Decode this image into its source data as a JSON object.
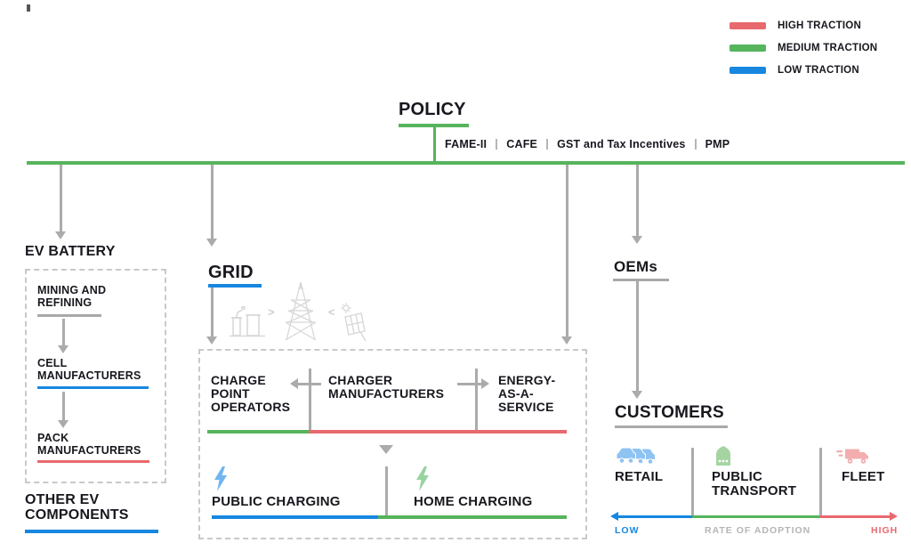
{
  "colors": {
    "high": "#e8696e",
    "medium": "#56b45c",
    "low": "#1787e0",
    "connector_gray": "#ababab",
    "underline_gray": "#a9a9a9",
    "icon_gray": "#d8d8d8",
    "icon_blue": "#8fc3f2",
    "icon_green": "#a5d4a3",
    "icon_red": "#f3adae"
  },
  "legend": {
    "items": [
      {
        "label": "HIGH TRACTION",
        "color": "#e8696e",
        "icon": "high-traction-swatch"
      },
      {
        "label": "MEDIUM TRACTION",
        "color": "#56b45c",
        "icon": "medium-traction-swatch"
      },
      {
        "label": "LOW TRACTION",
        "color": "#1787e0",
        "icon": "low-traction-swatch"
      }
    ]
  },
  "policy": {
    "title": "POLICY",
    "items": [
      "FAME-II",
      "CAFE",
      "GST and Tax Incentives",
      "PMP"
    ]
  },
  "battery": {
    "title": "EV BATTERY",
    "nodes": [
      {
        "label": "MINING AND\nREFINING",
        "traction": "none"
      },
      {
        "label": "CELL\nMANUFACTURERS",
        "traction": "low"
      },
      {
        "label": "PACK\nMANUFACTURERS",
        "traction": "high"
      }
    ]
  },
  "other_components": {
    "label": "OTHER EV\nCOMPONENTS",
    "traction": "low"
  },
  "grid": {
    "title": "GRID",
    "traction": "low",
    "flow_right": ">",
    "flow_left": "<",
    "icons": [
      "power-plant-icon",
      "transmission-tower-icon",
      "solar-panel-icon"
    ]
  },
  "charging": {
    "cpo": "CHARGE\nPOINT\nOPERATORS",
    "cpo_traction": "medium",
    "manufacturers": "CHARGER\nMANUFACTURERS",
    "manufacturers_traction": "high",
    "eaas": "ENERGY-\nAS-A-\nSERVICE",
    "eaas_traction": "high",
    "public": "PUBLIC CHARGING",
    "public_traction": "low",
    "home": "HOME CHARGING",
    "home_traction": "medium",
    "icons": [
      "lightning-blue-icon",
      "lightning-green-icon"
    ]
  },
  "oems": {
    "title": "OEMs"
  },
  "customers": {
    "title": "CUSTOMERS",
    "segments": [
      {
        "label": "RETAIL",
        "icon": "cars-icon"
      },
      {
        "label": "PUBLIC\nTRANSPORT",
        "icon": "station-building-icon"
      },
      {
        "label": "FLEET",
        "icon": "truck-icon"
      }
    ],
    "axis": {
      "low": "LOW",
      "label": "RATE OF ADOPTION",
      "high": "HIGH"
    }
  }
}
